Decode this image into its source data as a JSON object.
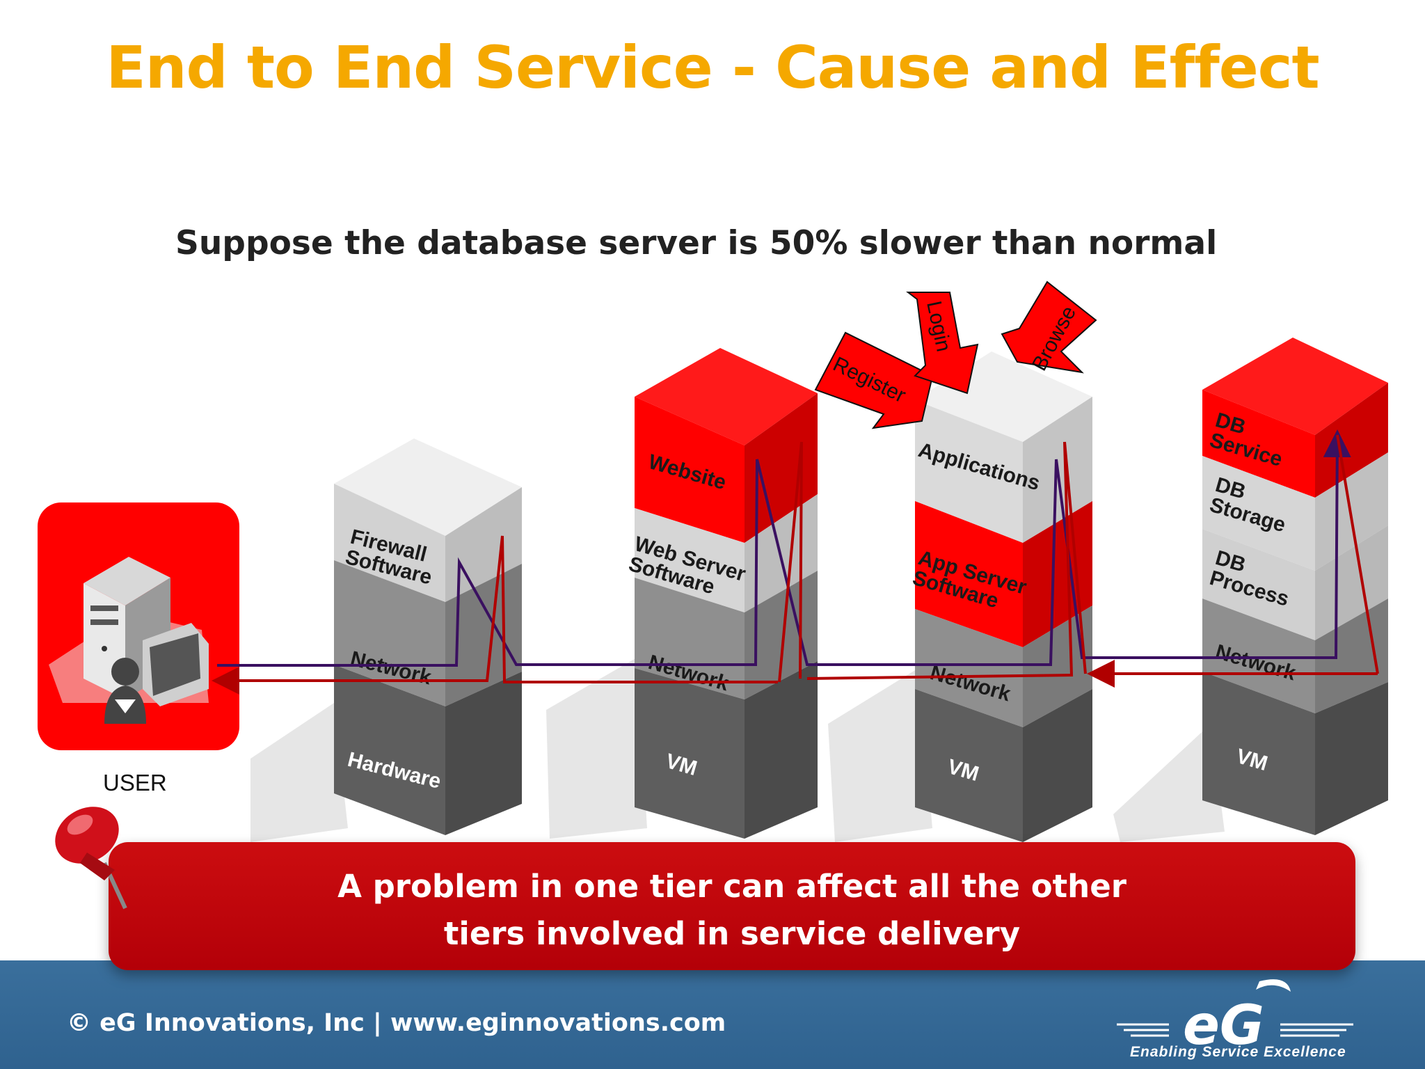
{
  "title": "End to End Service - Cause and Effect",
  "subtitle": "Suppose the database server is 50% slower than normal",
  "user_label": "USER",
  "tiers": {
    "firewall": [
      "Firewall Software",
      "Network",
      "Hardware"
    ],
    "web": [
      "Website",
      "Web Server Software",
      "Network",
      "VM"
    ],
    "app": [
      "Applications",
      "App Server Software",
      "Network",
      "VM"
    ],
    "db": [
      "DB Service",
      "DB Storage",
      "DB Process",
      "Network",
      "VM"
    ]
  },
  "requests": [
    "Register",
    "Login",
    "Browse"
  ],
  "callout": "A problem in one tier can affect all the other\ntiers involved in service delivery",
  "footer": "© eG Innovations, Inc  |  www.eginnovations.com",
  "logo": {
    "mark": "eG",
    "tagline": "Enabling Service Excellence"
  },
  "colors": {
    "title": "#F5A800",
    "accent_red": "#E00000",
    "footer_blue": "#2f628f"
  }
}
